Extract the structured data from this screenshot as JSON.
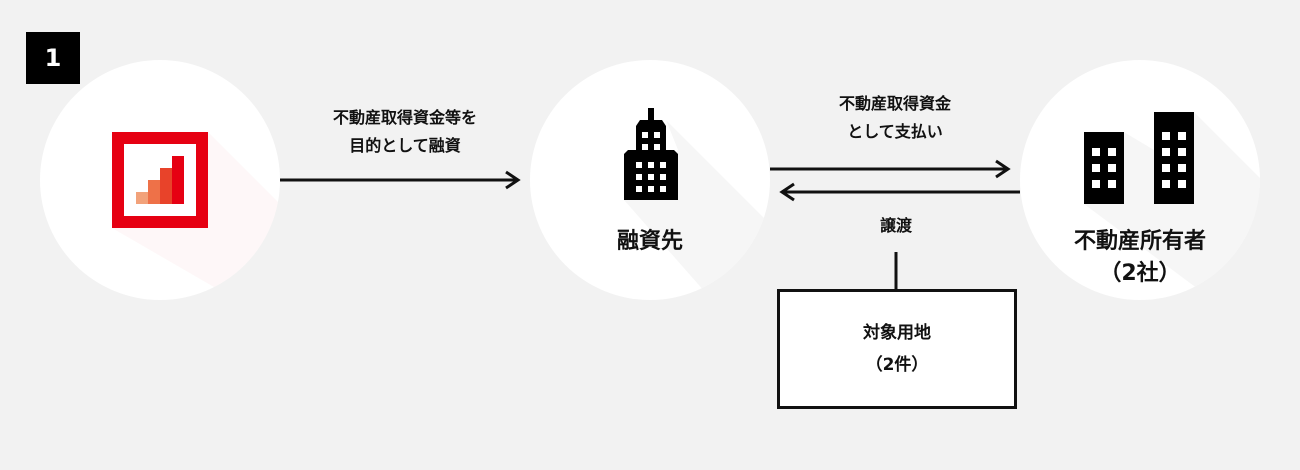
{
  "step_number": "1",
  "nodes": {
    "lender": {
      "icon": "bar-chart-logo-icon",
      "colors": {
        "frame": "#e60012",
        "bars": [
          "#f2a27a",
          "#ee7148",
          "#e8432a",
          "#e60012"
        ]
      }
    },
    "borrower": {
      "label": "融資先",
      "icon": "office-building-icon"
    },
    "owners": {
      "label": "不動産所有者",
      "sublabel": "（2社）",
      "icon": "buildings-icon"
    },
    "land": {
      "label": "対象用地",
      "sublabel": "（2件）"
    }
  },
  "edges": {
    "loan": {
      "line1": "不動産取得資金等を",
      "line2": "目的として融資"
    },
    "payment": {
      "line1": "不動産取得資金",
      "line2": "として支払い"
    },
    "transfer": {
      "label": "譲渡"
    }
  }
}
